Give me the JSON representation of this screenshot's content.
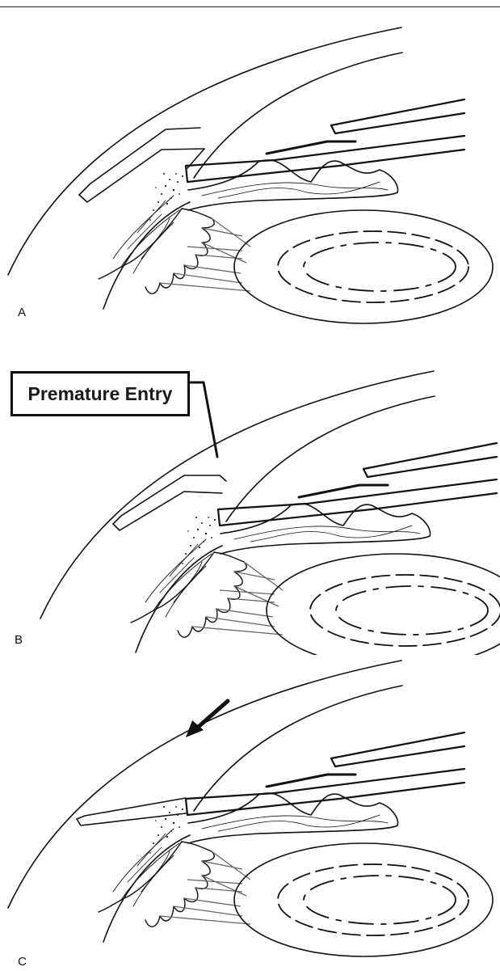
{
  "figure": {
    "panels": [
      {
        "letter": "A",
        "callout": null,
        "arrow": false
      },
      {
        "letter": "B",
        "callout": "Premature Entry",
        "arrow": false
      },
      {
        "letter": "C",
        "callout": null,
        "arrow": true
      }
    ]
  }
}
